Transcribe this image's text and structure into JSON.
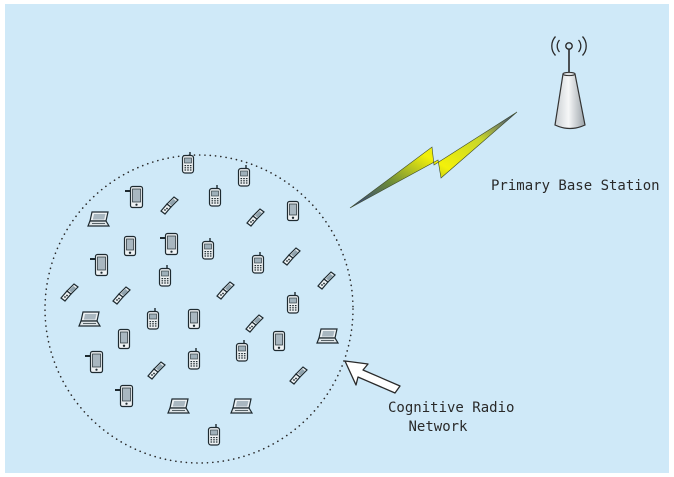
{
  "labels": {
    "base_station": "Primary Base Station",
    "network_line1": "Cognitive Radio",
    "network_line2": "Network"
  },
  "colors": {
    "background": "#cfe9f8",
    "lightning_start": "#2f3b8a",
    "lightning_mid": "#c8d62a",
    "lightning_bright": "#f3f10a",
    "device_outline": "#1e2a30",
    "device_fill": "#eef2f4",
    "screen_fill": "#a9b7c0"
  },
  "icons": {
    "base_station": "radio-tower-icon",
    "wireless_link": "lightning-bolt-icon",
    "pointer": "arrow-icon",
    "devices": [
      "mobile-phone-icon",
      "pda-icon",
      "flip-phone-icon",
      "laptop-icon"
    ]
  }
}
